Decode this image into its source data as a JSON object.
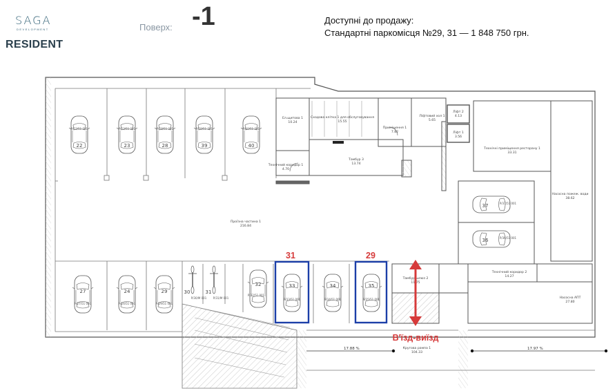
{
  "brand": {
    "logo_text": "SAGA",
    "logo_sub": "DEVELOPMENT",
    "project_name": "RESIDENT"
  },
  "floor": {
    "label": "Поверх:",
    "number": "-1"
  },
  "availability": {
    "title": "Доступні до продажу:",
    "description": "Стандартні паркомісця №29, 31 — 1 848 750 грн."
  },
  "colors": {
    "highlight_frame": "#1c3fa8",
    "highlight_text": "#d63a3a",
    "arrow": "#d63a3a",
    "wall": "#555555",
    "logo": "#2f5f74"
  },
  "highlighted_spots": [
    {
      "number": "31"
    },
    {
      "number": "29"
    }
  ],
  "entrance": {
    "label": "В'їзд-виїзд"
  },
  "rooms": [
    {
      "name": "Ел.щитова 1",
      "area": "10.24"
    },
    {
      "name": "Сходова клітка 1 для обслуговування",
      "area": "15.55"
    },
    {
      "name": "Приміщення 1",
      "area": "7.82"
    },
    {
      "name": "Ліфтовий хол 1",
      "area": "5.65"
    },
    {
      "name": "Ліфт 2",
      "area": "4.13"
    },
    {
      "name": "Ліфт 1",
      "area": "3.56"
    },
    {
      "name": "Тамбур 3",
      "area": "13.74"
    },
    {
      "name": "Технічний коридор 1",
      "area": "4.70"
    },
    {
      "name": "Технічні приміщення ресторану 1",
      "area": "33.31"
    },
    {
      "name": "Насосна пожеж. води",
      "area": "38.62"
    },
    {
      "name": "Проїзна частина 1",
      "area": "216.84"
    },
    {
      "name": "Тамбур шлюз 2",
      "area": "11.75"
    },
    {
      "name": "Технічний коридор 2",
      "area": "14.27"
    },
    {
      "name": "Насосна АПТ",
      "area": "27.80"
    },
    {
      "name": "Кругова рампа 1",
      "area": "104.33"
    }
  ],
  "parking_spots": [
    {
      "number": "22",
      "tag": "P/22/51 001"
    },
    {
      "number": "23",
      "tag": "P/23/51 001"
    },
    {
      "number": "28",
      "tag": "P/28/51 001"
    },
    {
      "number": "39",
      "tag": "P/39/51 001"
    },
    {
      "number": "40",
      "tag": "P/40/51 001"
    },
    {
      "number": "37",
      "tag": "P/37/51 001"
    },
    {
      "number": "36",
      "tag": "P/36/51 001"
    },
    {
      "number": "27",
      "tag": "P/27/51 001"
    },
    {
      "number": "24",
      "tag": "P/24/51 001"
    },
    {
      "number": "29",
      "tag": "P/29/51 001"
    },
    {
      "number": "30",
      "tag": "P/30/М 001"
    },
    {
      "number": "31",
      "tag": "P/31/М 001"
    },
    {
      "number": "32",
      "tag": "P/32/51 001"
    },
    {
      "number": "33",
      "tag": "P/33/51 001"
    },
    {
      "number": "34",
      "tag": "P/34/51 001"
    },
    {
      "number": "35",
      "tag": "P/35/51 001"
    }
  ],
  "dimensions": [
    {
      "value": "17.88 %"
    },
    {
      "value": "17.97 %"
    }
  ]
}
